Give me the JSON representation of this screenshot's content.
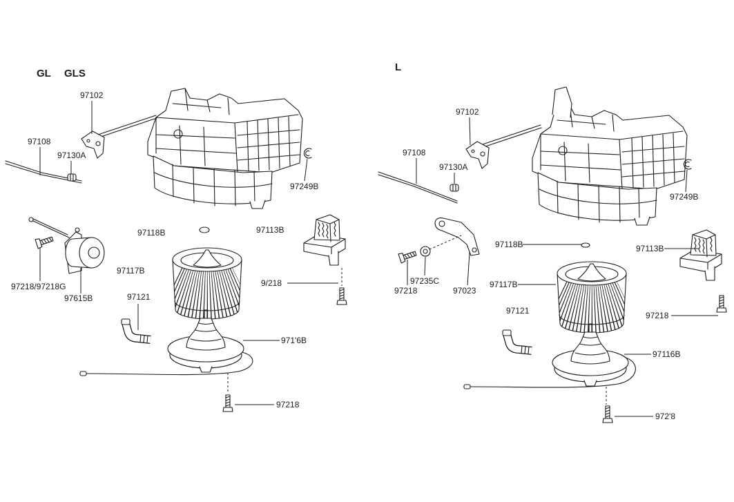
{
  "left": {
    "header_gl": "GL",
    "header_gls": "GLS",
    "lever": "97102",
    "cable": "97108",
    "cable_clip": "97130A",
    "retainer": "97249B",
    "actuator_screw": "97218/97218G",
    "actuator": "97615B",
    "washer": "97118B",
    "resistor": "97113B",
    "fan": "97117B",
    "hose": "97121",
    "resistor_screw": "9/218",
    "motor": "971'6B",
    "motor_screw": "97218"
  },
  "right": {
    "header_l": "L",
    "lever": "97102",
    "cable": "97108",
    "cable_clip": "97130A",
    "retainer": "97249B",
    "washer": "97118B",
    "resistor": "97113B",
    "bracket_screw": "97218",
    "bracket_washer": "97235C",
    "bracket": "97023",
    "fan": "97117B",
    "resistor_screw": "97218",
    "hose": "97121",
    "motor": "97116B",
    "motor_screw": "972'8"
  },
  "colors": {
    "line": "#1a1a1a",
    "background": "#ffffff"
  }
}
